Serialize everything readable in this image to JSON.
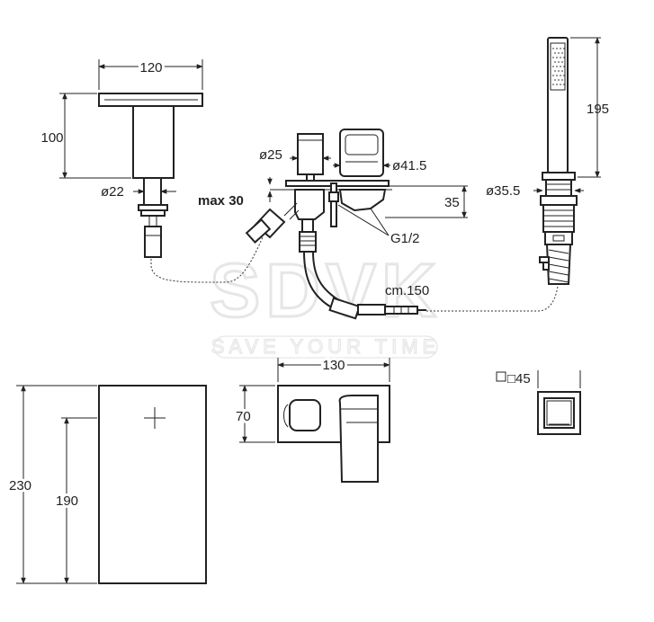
{
  "watermark": {
    "main": "SDVK",
    "sub": "SAVE YOUR TIME"
  },
  "dimensions": {
    "spout_width": "120",
    "spout_height": "100",
    "spout_base_diameter": "ø22",
    "diverter_diameter": "ø25",
    "handle_diameter": "ø41.5",
    "deck_max_thickness": "max 30",
    "deck_height": "35",
    "thread": "G1/2",
    "hand_shower_length": "195",
    "hand_shower_holder_diameter": "ø35.5",
    "hose_length": "cm.150",
    "plate_width": "130",
    "plate_height": "70",
    "square_outlet": "□45",
    "panel_height": "230",
    "panel_inner_height": "190"
  }
}
